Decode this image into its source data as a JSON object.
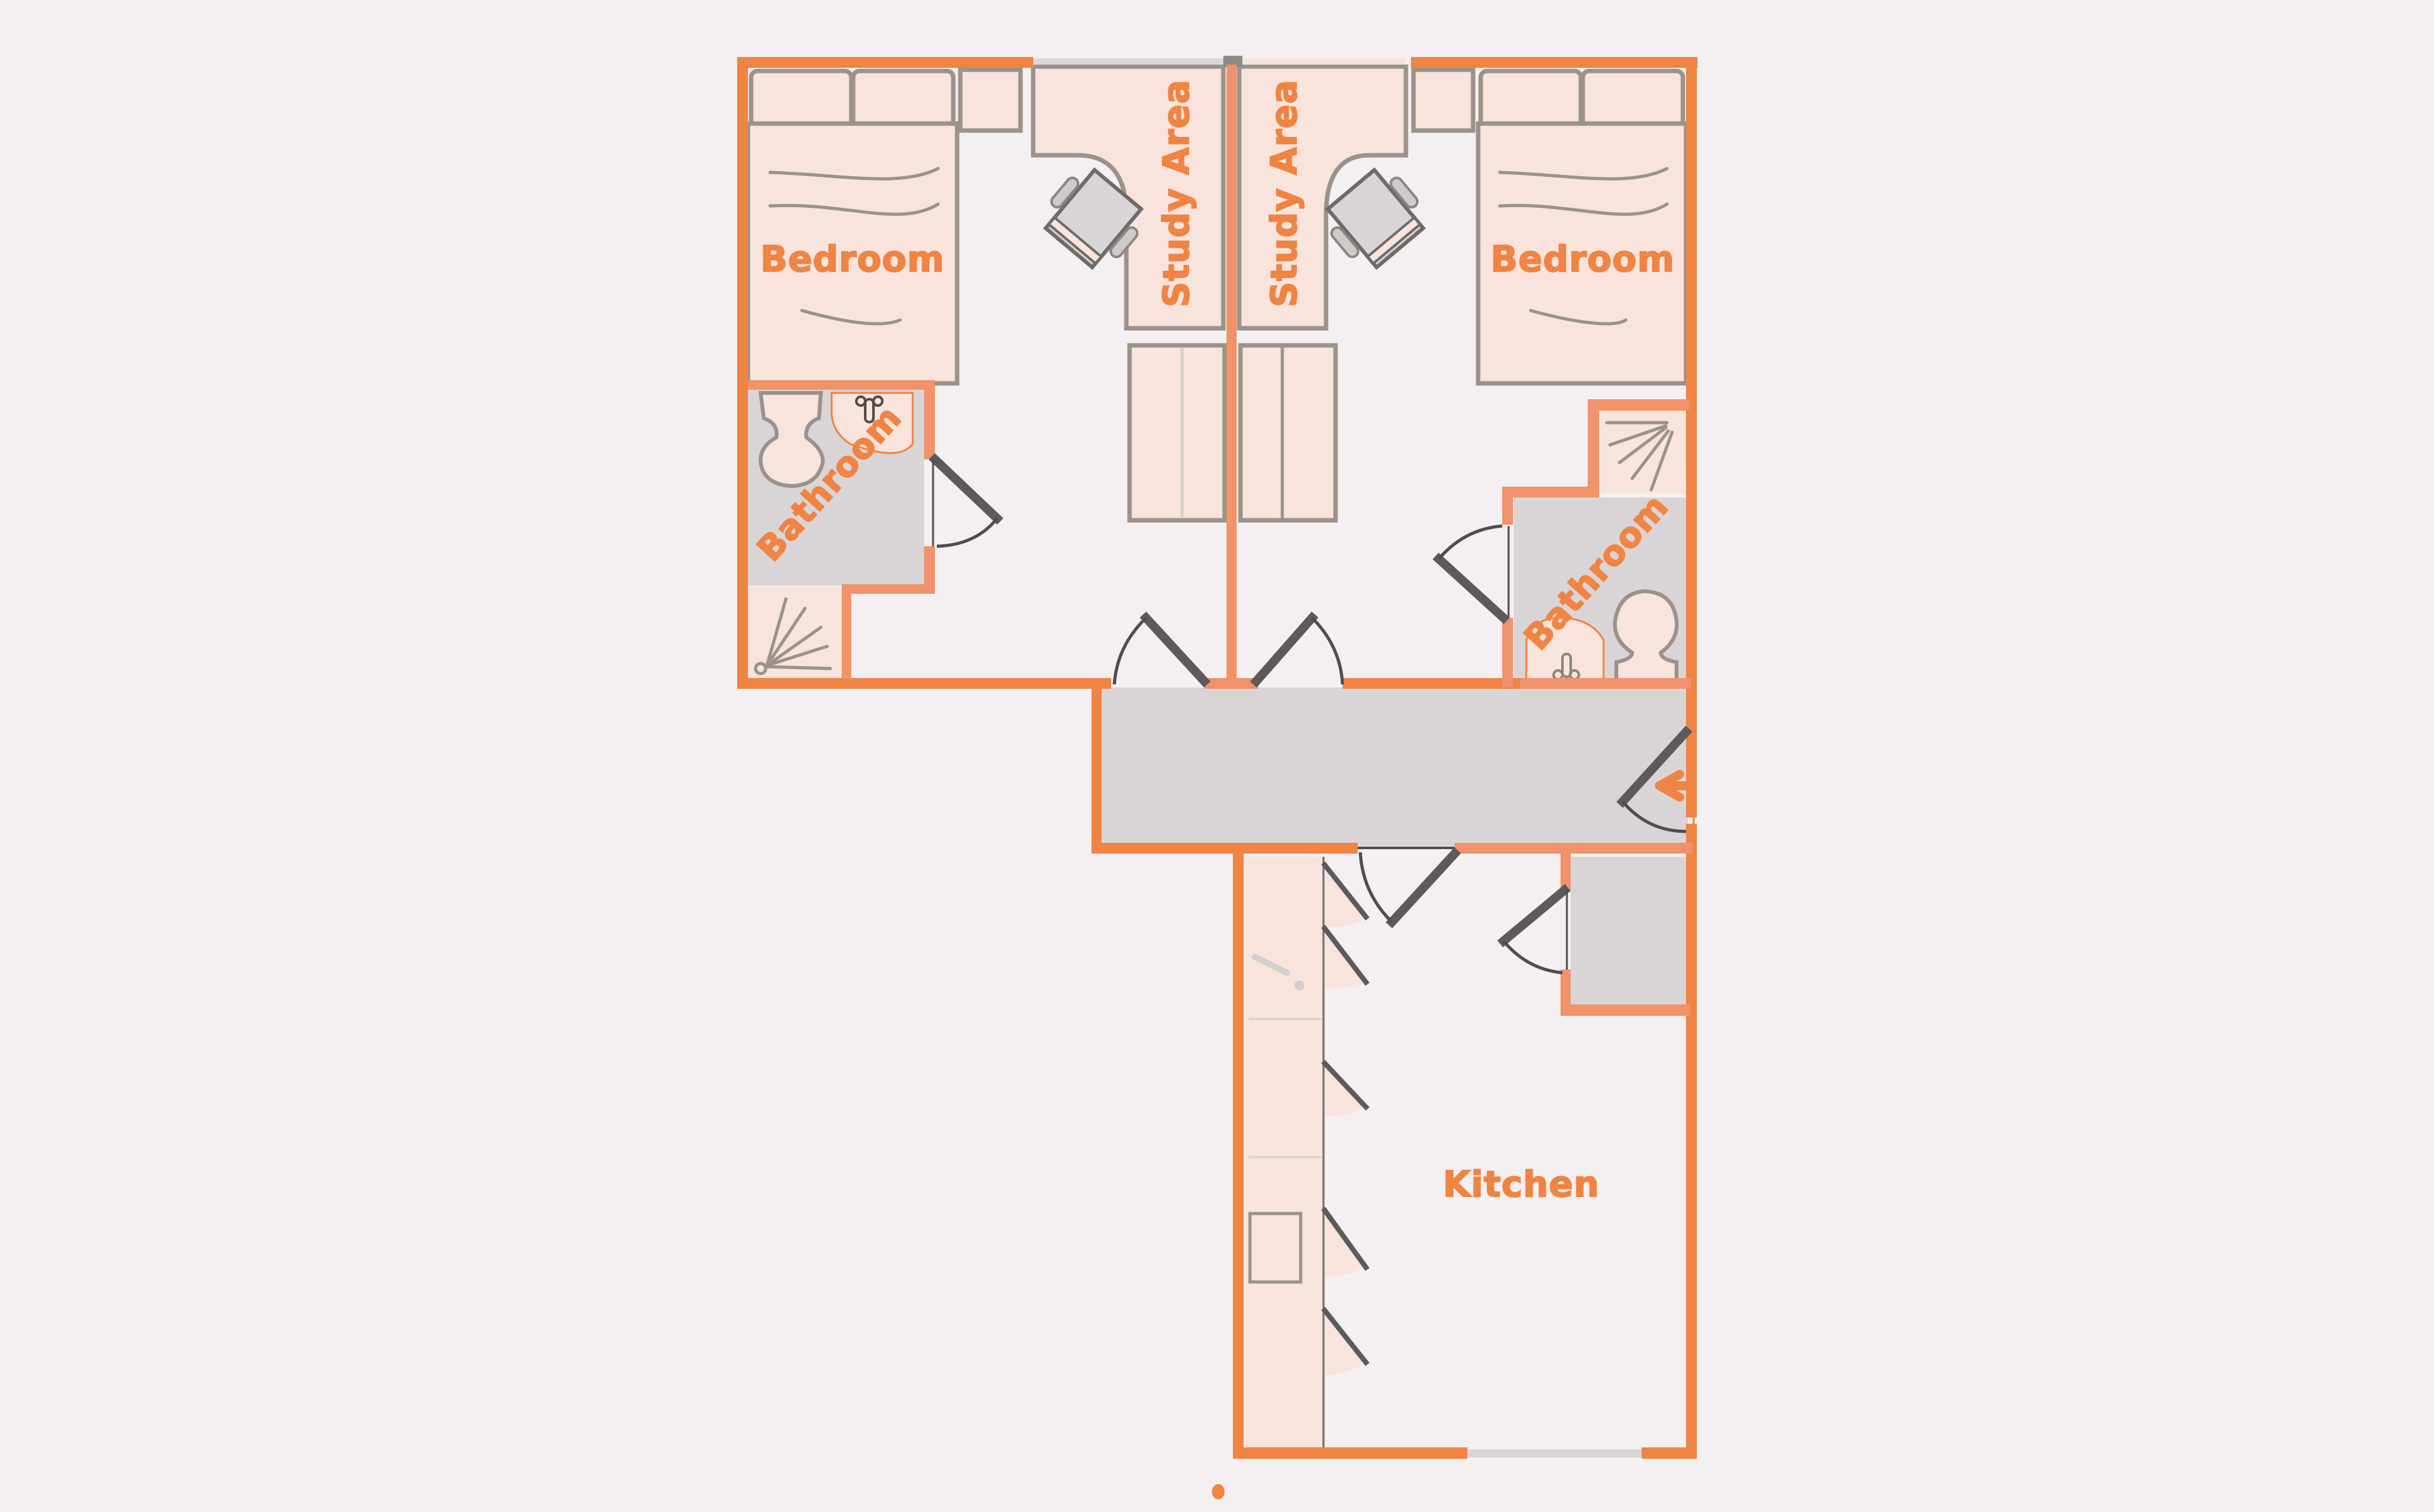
{
  "plan": {
    "title": "Two-bedroom flat floor plan",
    "background_color": "#f4eff0",
    "wall_color": "#ef8443",
    "label_color": "#ef8443",
    "furniture_fill": "#f8e4dc",
    "hallway_fill": "#d9d5d6",
    "door_color": "#5c5a5a"
  },
  "rooms": {
    "bedroom_left": {
      "label": "Bedroom"
    },
    "bedroom_right": {
      "label": "Bedroom"
    },
    "study_left": {
      "label": "Study Area"
    },
    "study_right": {
      "label": "Study Area"
    },
    "bathroom_left": {
      "label": "Bathroom"
    },
    "bathroom_right": {
      "label": "Bathroom"
    },
    "kitchen": {
      "label": "Kitchen"
    },
    "hallway": {
      "label": ""
    },
    "storage": {
      "label": ""
    }
  },
  "icons": {
    "entrance_arrow": "arrow-left",
    "page_indicator": "dot"
  }
}
